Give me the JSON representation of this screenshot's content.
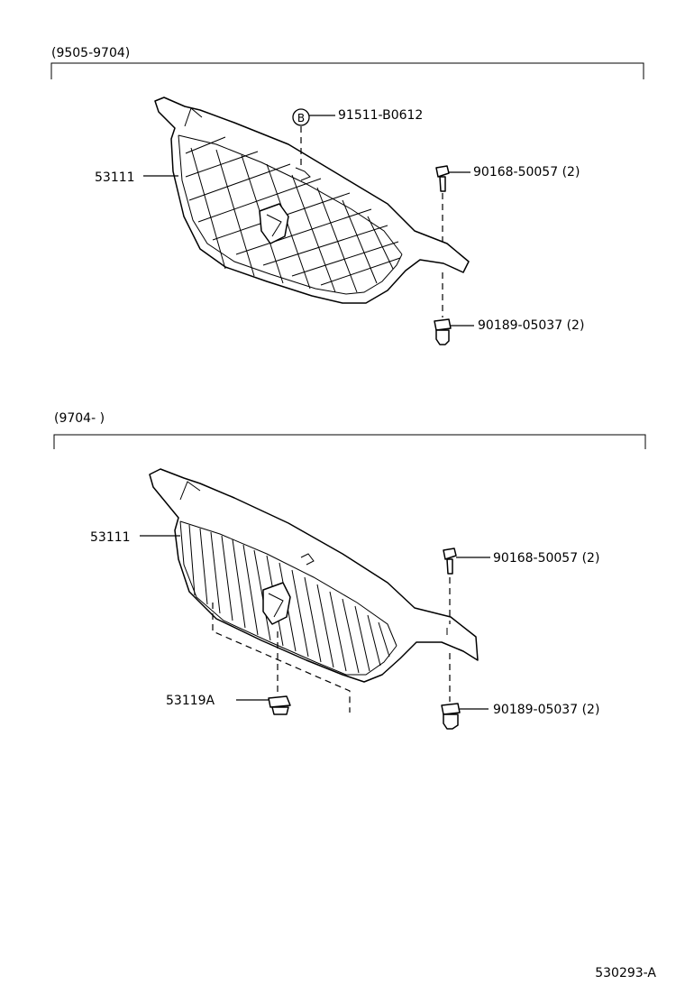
{
  "sections": [
    {
      "period": "(9505-9704)",
      "labels": {
        "grille": "53111",
        "bolt_marker": "B",
        "bolt": "91511-B0612",
        "screw": "90168-50057 (2)",
        "clip": "90189-05037 (2)"
      }
    },
    {
      "period": "(9704-       )",
      "labels": {
        "grille": "53111",
        "retainer": "53119A",
        "screw": "90168-50057 (2)",
        "clip": "90189-05037 (2)"
      }
    }
  ],
  "illustration_code": "530293-A"
}
